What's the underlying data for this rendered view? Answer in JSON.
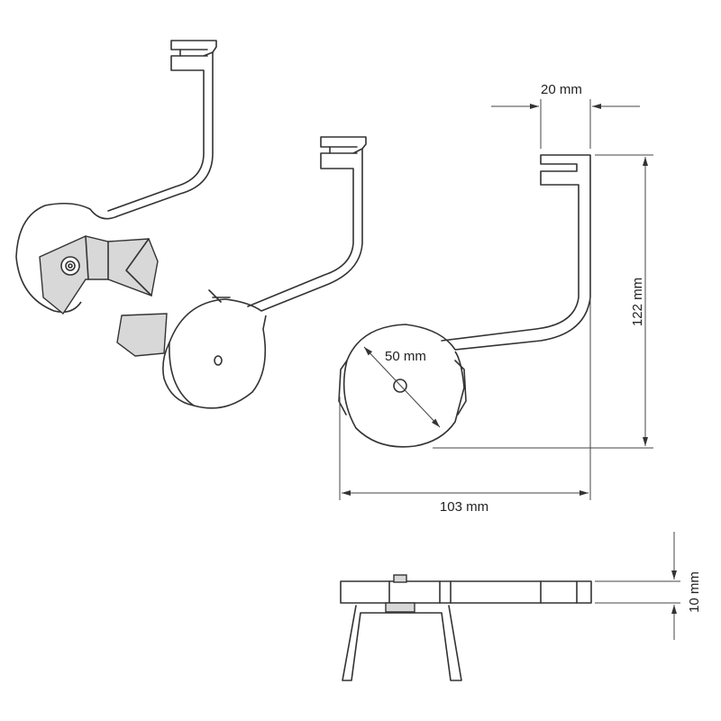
{
  "dimensions": {
    "hook_width": "20 mm",
    "height": "122 mm",
    "disc_diameter": "50 mm",
    "total_width": "103 mm",
    "thickness": "10 mm"
  },
  "colors": {
    "line": "#333333",
    "background": "#ffffff"
  }
}
